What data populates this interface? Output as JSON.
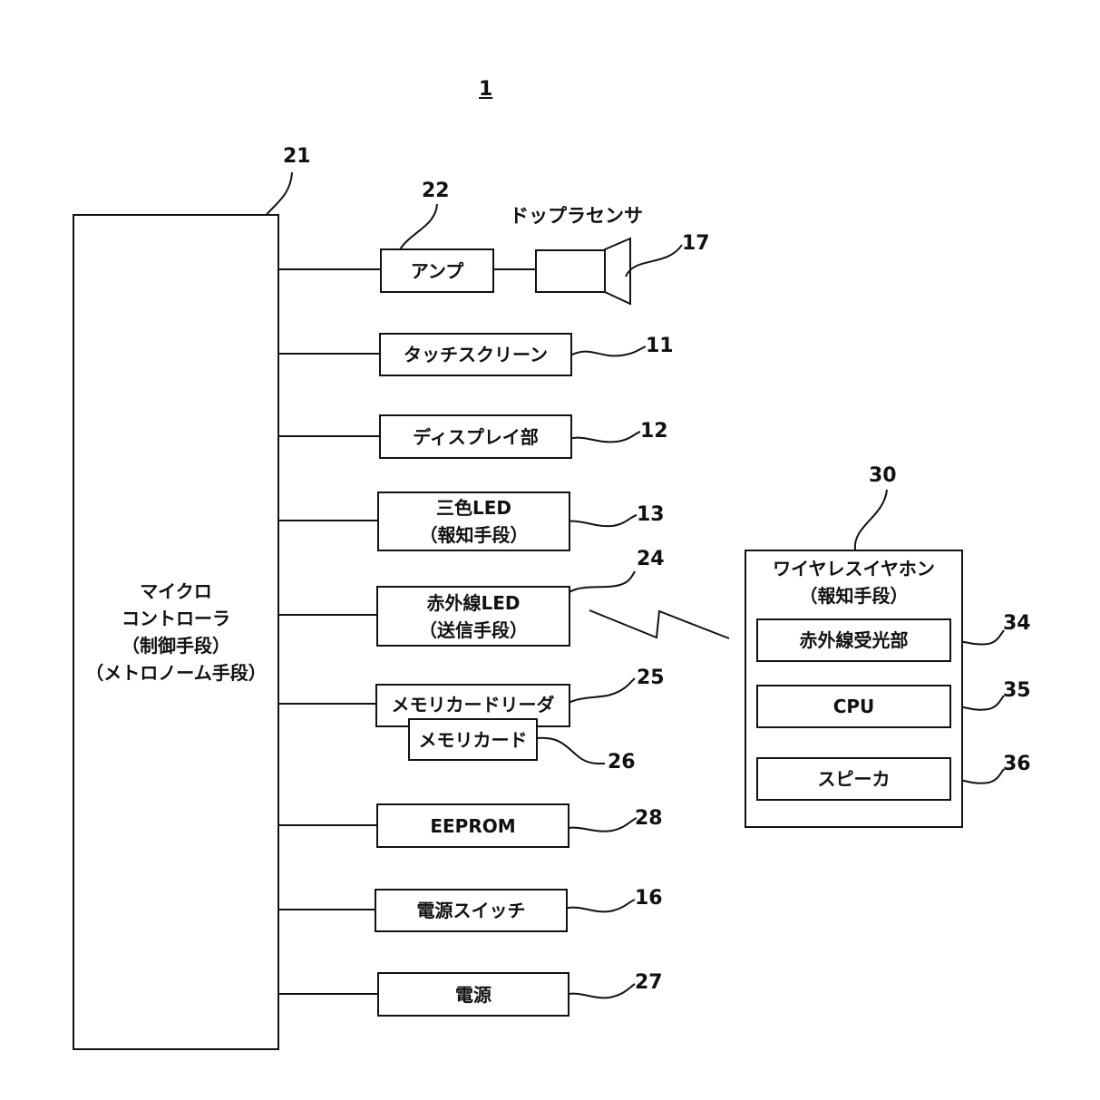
{
  "figure": {
    "number": "1"
  },
  "controller": {
    "ref": "21",
    "lines": [
      "マイクロ",
      "コントローラ",
      "（制御手段）",
      "（メトロノーム手段）"
    ]
  },
  "amp": {
    "ref": "22",
    "label": "アンプ"
  },
  "doppler_sensor": {
    "ref": "17",
    "label": "ドップラセンサ"
  },
  "touch_screen": {
    "ref": "11",
    "label": "タッチスクリーン"
  },
  "display": {
    "ref": "12",
    "label": "ディスプレイ部"
  },
  "tricolor_led": {
    "ref": "13",
    "lines": [
      "三色LED",
      "（報知手段）"
    ]
  },
  "ir_led": {
    "ref": "24",
    "lines": [
      "赤外線LED",
      "（送信手段）"
    ]
  },
  "card_reader": {
    "ref": "25",
    "label": "メモリカードリーダ"
  },
  "memory_card": {
    "ref": "26",
    "label": "メモリカード"
  },
  "eeprom": {
    "ref": "28",
    "label": "EEPROM"
  },
  "power_switch": {
    "ref": "16",
    "label": "電源スイッチ"
  },
  "power": {
    "ref": "27",
    "label": "電源"
  },
  "earphone": {
    "ref": "30",
    "lines": [
      "ワイヤレスイヤホン",
      "（報知手段）"
    ],
    "ir_receiver": {
      "ref": "34",
      "label": "赤外線受光部"
    },
    "cpu": {
      "ref": "35",
      "label": "CPU"
    },
    "speaker": {
      "ref": "36",
      "label": "スピーカ"
    }
  }
}
